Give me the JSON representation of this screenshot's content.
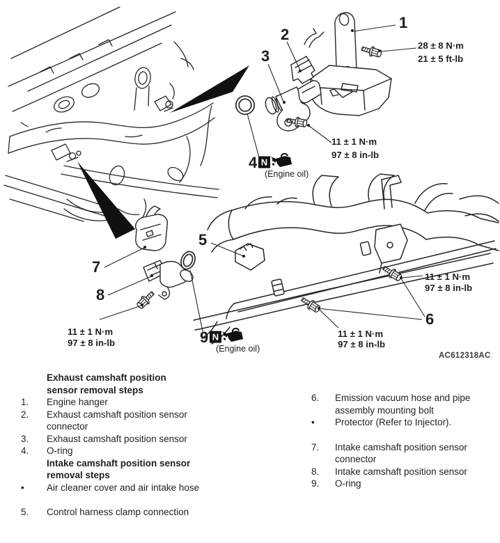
{
  "figure": {
    "code": "AC612318AC",
    "callouts": [
      "1",
      "2",
      "3",
      "4",
      "5",
      "6",
      "7",
      "8",
      "9"
    ],
    "torques": {
      "hanger_bolt": {
        "l1": "28 ± 8 N·m",
        "l2": "21 ± 5 ft-lb"
      },
      "exhaust_sensor_bolt": {
        "l1": "11 ± 1 N·m",
        "l2": "97 ± 8 in-lb"
      },
      "intake_sensor_bolt": {
        "l1": "11 ± 1 N·m",
        "l2": "97 ± 8 in-lb"
      },
      "pipe_bolt_right": {
        "l1": "11 ± 1 N·m",
        "l2": "97 ± 8 in-lb"
      },
      "pipe_bolt_left": {
        "l1": "11 ± 1 N·m",
        "l2": "97 ± 8 in-lb"
      }
    },
    "lubricants": {
      "exhaust_oring": {
        "symbol": "N",
        "icon": "oil-can-icon",
        "note": "(Engine oil)"
      },
      "intake_oring": {
        "symbol": "N",
        "icon": "oil-can-icon",
        "note": "(Engine oil)"
      }
    },
    "line_color": "#262626"
  },
  "legend": {
    "left": [
      {
        "num": "",
        "text": "Exhaust camshaft position sensor removal steps"
      },
      {
        "num": "1.",
        "text": "Engine hanger"
      },
      {
        "num": "2.",
        "text": "Exhaust camshaft position sensor connector"
      },
      {
        "num": "3.",
        "text": "Exhaust camshaft position sensor"
      },
      {
        "num": "4.",
        "text": "O-ring"
      },
      {
        "num": "",
        "text": "Intake camshaft position sensor removal steps"
      },
      {
        "num": "•",
        "text": "Air cleaner cover and air intake hose"
      },
      {
        "num": "5.",
        "text": "Control harness clamp connection"
      }
    ],
    "right": [
      {
        "num": "6.",
        "text": "Emission vacuum hose and pipe assembly mounting bolt"
      },
      {
        "num": "•",
        "text": "Protector (Refer to Injector)."
      },
      {
        "num": "7.",
        "text": "Intake camshaft position sensor connector"
      },
      {
        "num": "8.",
        "text": "Intake camshaft position sensor"
      },
      {
        "num": "9.",
        "text": "O-ring"
      }
    ]
  }
}
